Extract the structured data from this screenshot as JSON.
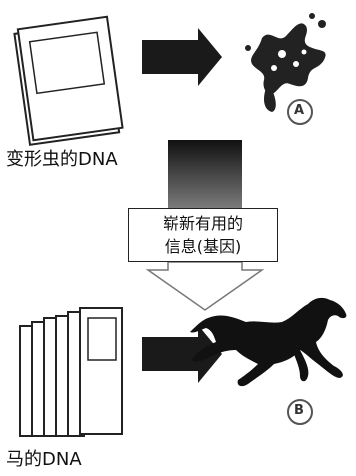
{
  "top_row": {
    "book_label": "变形虫的DNA",
    "result_marker": "A"
  },
  "middle": {
    "info_line1": "崭新有用的",
    "info_line2": "信息(基因)"
  },
  "bottom_row": {
    "book_label": "马的DNA",
    "result_marker": "B"
  },
  "colors": {
    "ink": "#111111",
    "arrow": "#1a1a1a",
    "gradient_top": "#111111",
    "gradient_bottom": "#ffffff"
  },
  "icons": [
    "single-book-icon",
    "amoeba-icon",
    "book-stack-icon",
    "horse-icon",
    "arrow-right-icon",
    "arrow-down-icon"
  ]
}
